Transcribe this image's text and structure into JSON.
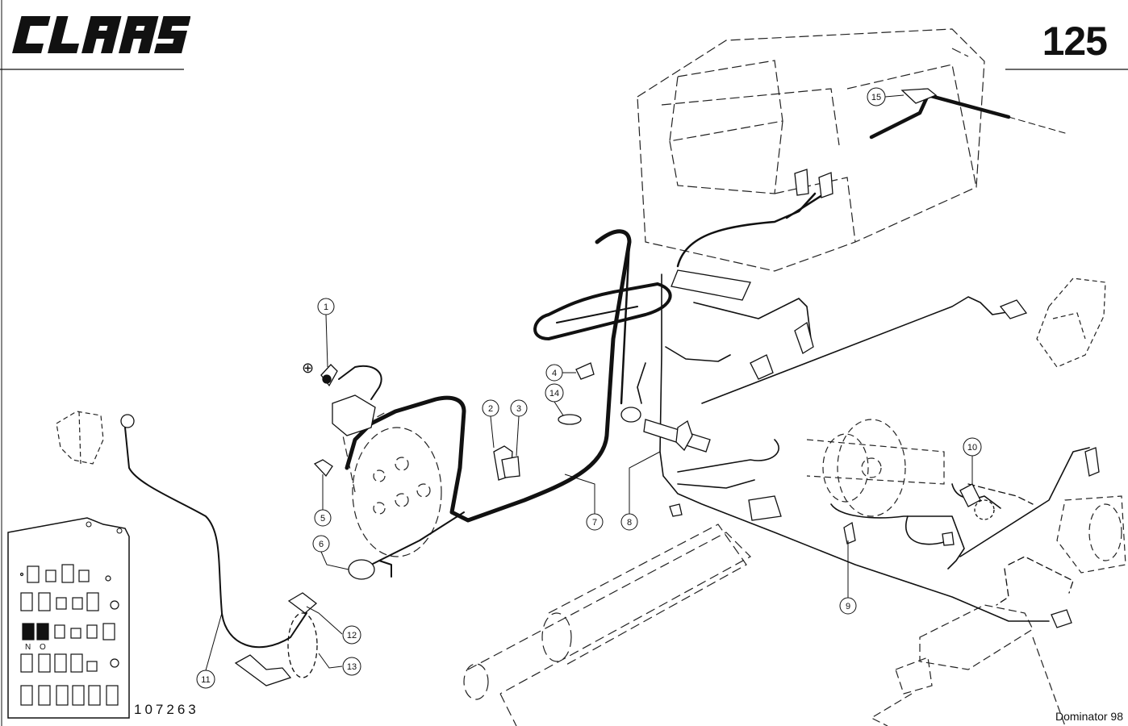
{
  "header": {
    "brand": "CLAAS",
    "page_number": "125"
  },
  "footer": {
    "drawing_number": "107263",
    "model": "Dominator 98"
  },
  "inset": {
    "label_n": "N",
    "label_o": "O"
  },
  "markers": {
    "plus": "⊕"
  },
  "callouts": [
    "1",
    "2",
    "3",
    "4",
    "5",
    "6",
    "7",
    "8",
    "9",
    "10",
    "11",
    "12",
    "13",
    "14",
    "15"
  ]
}
